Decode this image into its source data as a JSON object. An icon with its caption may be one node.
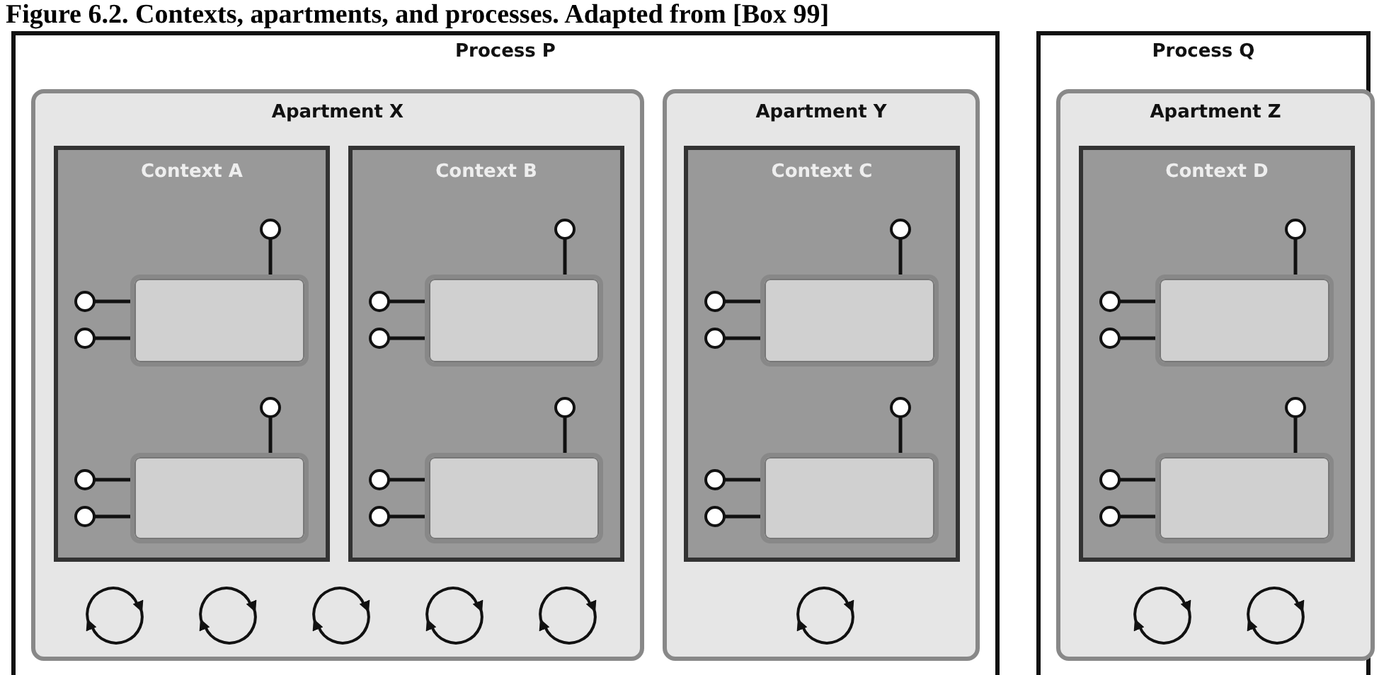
{
  "diagram": {
    "title": "Figure 6.2. Contexts, apartments, and processes. Adapted from [Box 99]",
    "nodes": [
      {
        "text": [
          "Process P"
        ]
      },
      {
        "text": [
          "Apartment X"
        ],
        "in": 0
      },
      {
        "text": [
          "Context A"
        ],
        "in": 1
      },
      {
        "text": [],
        "shape": "box",
        "in": 2
      },
      {
        "text": [],
        "shape": "box",
        "in": 2
      },
      {
        "text": [
          "Context B"
        ],
        "in": 1
      },
      {
        "text": [],
        "shape": "box",
        "in": 5
      },
      {
        "text": [],
        "shape": "box",
        "in": 5
      },
      {
        "text": [
          "Apartment Y"
        ],
        "in": 0
      },
      {
        "text": [
          "Context C"
        ],
        "in": 8
      },
      {
        "text": [],
        "shape": "box",
        "in": 9
      },
      {
        "text": [],
        "shape": "box",
        "in": 9
      },
      {
        "text": [
          "Process Q"
        ]
      },
      {
        "text": [
          "Apartment Z"
        ],
        "in": 12
      },
      {
        "text": [
          "Context D"
        ],
        "in": 13
      },
      {
        "text": [],
        "shape": "box",
        "in": 14
      },
      {
        "text": [],
        "shape": "box",
        "in": 14
      }
    ]
  }
}
